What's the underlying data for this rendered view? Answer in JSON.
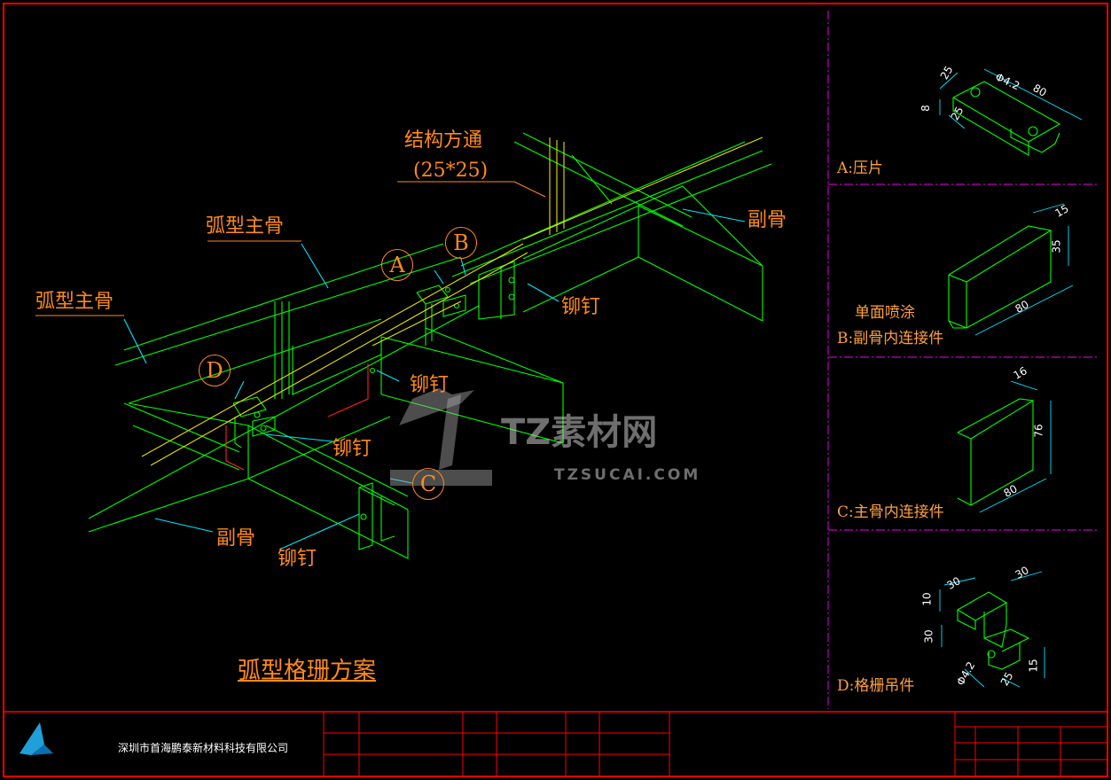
{
  "labels": {
    "structure_tube": "结构方通",
    "structure_size": "(25*25)",
    "sub_bone_top": "副骨",
    "arc_main_1": "弧型主骨",
    "arc_main_2": "弧型主骨",
    "rivet_1": "铆钉",
    "rivet_2": "铆钉",
    "rivet_3": "铆钉",
    "rivet_4": "铆钉",
    "sub_bone_bottom": "副骨",
    "marker_a": "A",
    "marker_b": "B",
    "marker_c": "C",
    "marker_d": "D",
    "drawing_title": "弧型格珊方案"
  },
  "details": {
    "a_name": "A:压片",
    "a_dims": [
      "25",
      "Φ4.2",
      "80",
      "8",
      "25"
    ],
    "b_note": "单面喷涂",
    "b_name": "B:副骨内连接件",
    "b_dims": [
      "15",
      "35",
      "80"
    ],
    "c_name": "C:主骨内连接件",
    "c_dims": [
      "16",
      "76",
      "80"
    ],
    "d_name": "D:格栅吊件",
    "d_dims": [
      "30",
      "30",
      "10",
      "30",
      "Φ4.2",
      "25",
      "15"
    ]
  },
  "watermark": {
    "main": "TZ素材网",
    "sub": "TZSUCAI.COM"
  },
  "title_block": {
    "company": "深圳市首海鹏泰新材料科技有限公司"
  },
  "colors": {
    "frame": "#ff0000",
    "structure": "#00ff00",
    "yellow": "#e8e000",
    "cyan": "#00e5ff",
    "orange": "#ff8a1a",
    "magenta": "#c000c0",
    "red_line": "#ff2020"
  }
}
